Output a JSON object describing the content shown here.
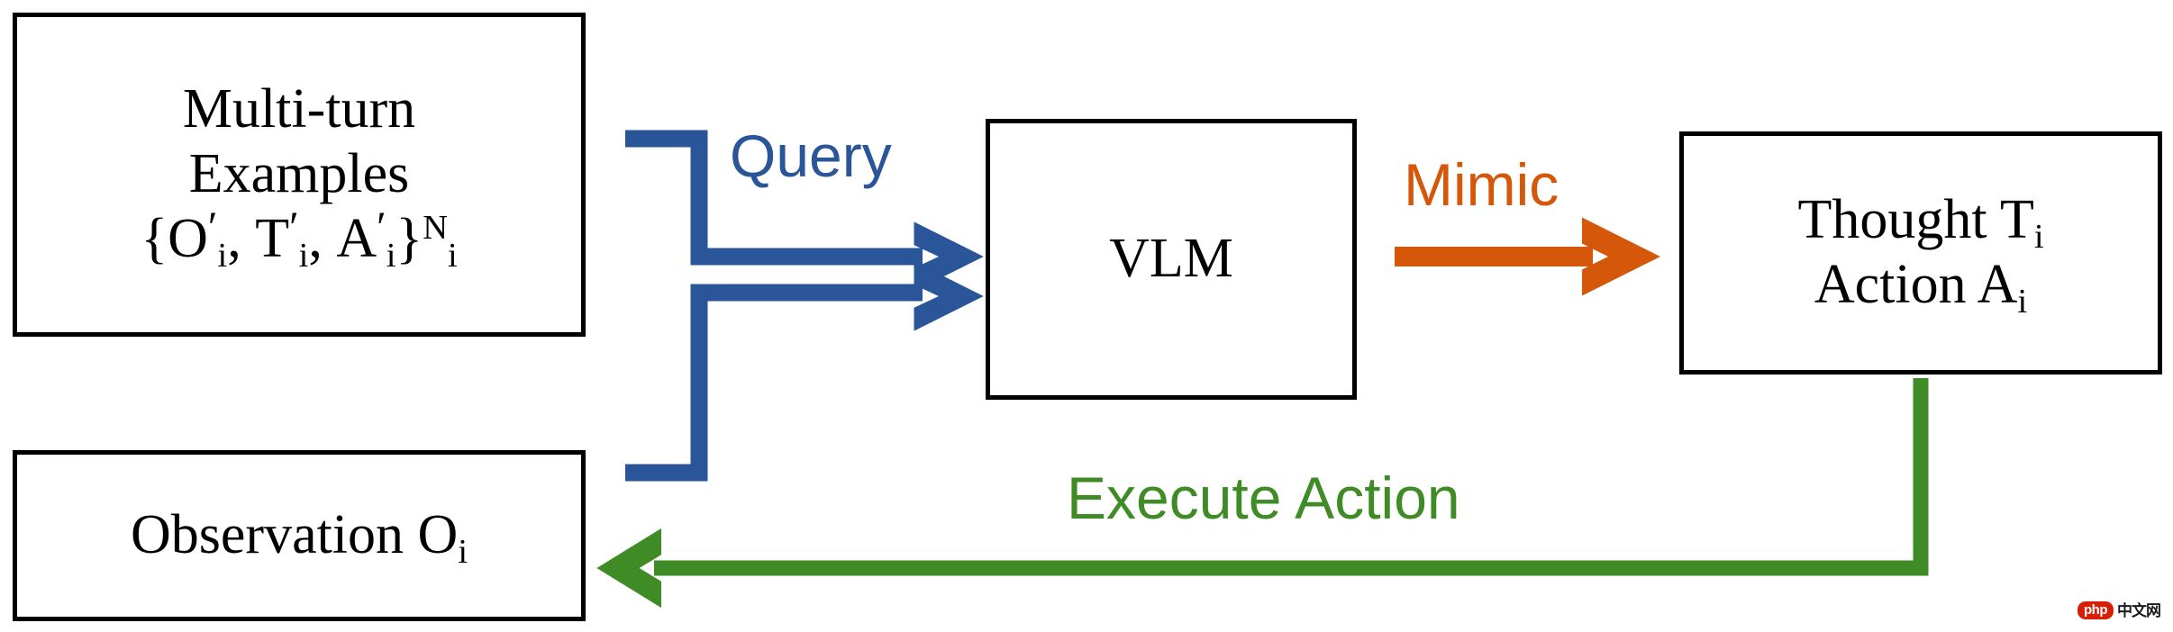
{
  "diagram": {
    "title": "VLM multi-turn agent loop",
    "colors": {
      "box_border": "#000000",
      "query_blue": "#2A5699",
      "mimic_orange": "#D4570A",
      "execute_green": "#3F8C26",
      "background": "#FFFFFF",
      "text": "#000000"
    },
    "nodes": {
      "examples": {
        "line1": "Multi-turn",
        "line2": "Examples",
        "formula": {
          "open_brace": "{",
          "sym1": "O",
          "sym1_prime": "′",
          "sym1_sub": "i",
          "comma1": ",",
          "sym2": "T",
          "sym2_prime": "′",
          "sym2_sub": "i",
          "comma2": ",",
          "sym3": "A",
          "sym3_prime": "′",
          "sym3_sub": "i",
          "close_brace": "}",
          "sup": "N",
          "sub": "i",
          "plain": "{O′i, T′i, A′i}Ni"
        }
      },
      "observation": {
        "text": "Observation O",
        "subscript": "i"
      },
      "vlm": {
        "text": "VLM"
      },
      "thought_action": {
        "line1_text": "Thought T",
        "line1_sub": "i",
        "line2_text": "Action A",
        "line2_sub": "i"
      }
    },
    "edges": {
      "query": {
        "label": "Query",
        "color": "#2A5699",
        "from": "Multi-turn Examples / Observation",
        "to": "VLM"
      },
      "mimic": {
        "label": "Mimic",
        "color": "#D4570A",
        "from": "VLM",
        "to": "Thought / Action"
      },
      "execute": {
        "label": "Execute Action",
        "color": "#3F8C26",
        "from": "Thought / Action",
        "to": "Observation"
      }
    }
  },
  "watermark": {
    "badge": "php",
    "text": "中文网"
  }
}
